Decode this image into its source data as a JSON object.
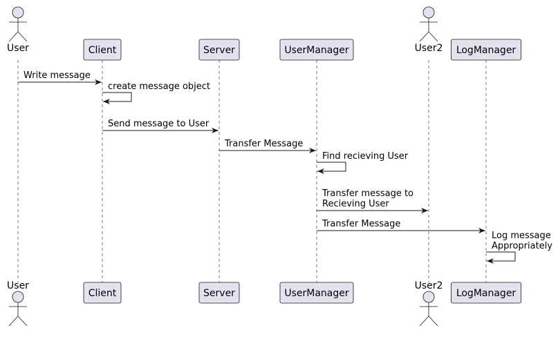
{
  "participants": [
    {
      "id": "user",
      "label": "User",
      "kind": "actor"
    },
    {
      "id": "client",
      "label": "Client",
      "kind": "box"
    },
    {
      "id": "server",
      "label": "Server",
      "kind": "box"
    },
    {
      "id": "usermanager",
      "label": "UserManager",
      "kind": "box"
    },
    {
      "id": "user2",
      "label": "User2",
      "kind": "actor"
    },
    {
      "id": "logmanager",
      "label": "LogManager",
      "kind": "box"
    }
  ],
  "messages": [
    {
      "from": "user",
      "to": "client",
      "lines": [
        "Write message"
      ]
    },
    {
      "from": "client",
      "to": "client",
      "lines": [
        "create message object"
      ]
    },
    {
      "from": "client",
      "to": "server",
      "lines": [
        "Send message to User"
      ]
    },
    {
      "from": "server",
      "to": "usermanager",
      "lines": [
        "Transfer Message"
      ]
    },
    {
      "from": "usermanager",
      "to": "usermanager",
      "lines": [
        "Find recieving User"
      ]
    },
    {
      "from": "usermanager",
      "to": "user2",
      "lines": [
        "Transfer message to",
        "Recieving User"
      ]
    },
    {
      "from": "usermanager",
      "to": "logmanager",
      "lines": [
        "Transfer Message"
      ]
    },
    {
      "from": "logmanager",
      "to": "logmanager",
      "lines": [
        "Log message",
        "Appropriately"
      ]
    }
  ],
  "colors": {
    "participant_fill": "#e2e2f0",
    "stroke": "#181818",
    "text": "#000000"
  }
}
